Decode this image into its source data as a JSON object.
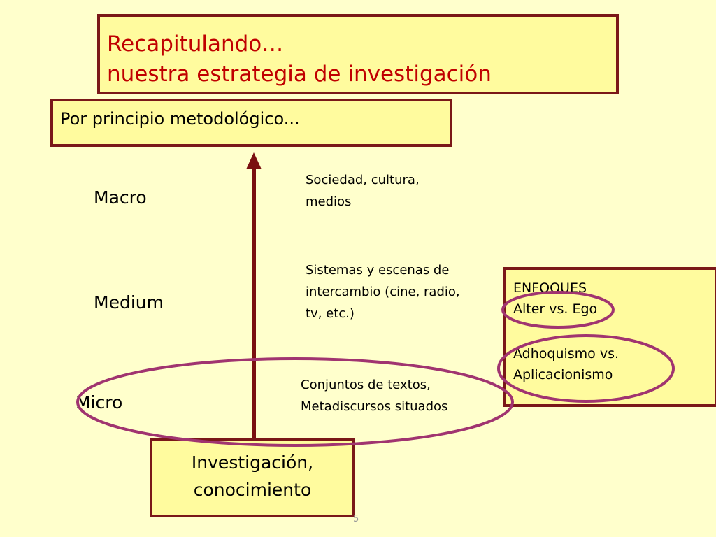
{
  "title": {
    "line1": "Recapitulando…",
    "line2": "nuestra estrategia de investigación"
  },
  "principle": "Por principio metodológico...",
  "levels": {
    "macro": "Macro",
    "medium": "Medium",
    "micro": "Micro"
  },
  "descriptions": {
    "macro": [
      "Sociedad, cultura,",
      "medios"
    ],
    "medium": [
      "Sistemas y escenas de",
      "intercambio (cine, radio,",
      "tv, etc.)"
    ],
    "micro": [
      "Conjuntos de textos,",
      "Metadiscursos situados"
    ]
  },
  "research": [
    "Investigación,",
    "conocimiento"
  ],
  "approaches": {
    "heading": "ENFOQUES",
    "item1": "Alter vs. Ego",
    "item2_line1": "Adhoquismo vs.",
    "item2_line2": "Aplicacionismo"
  },
  "slide_number": "5",
  "colors": {
    "background": "#ffffcc",
    "box_fill": "#fffb9e",
    "box_border": "#7a1818",
    "title_text": "#c00000",
    "arrow": "#7a1010",
    "ellipse": "#a03470"
  }
}
